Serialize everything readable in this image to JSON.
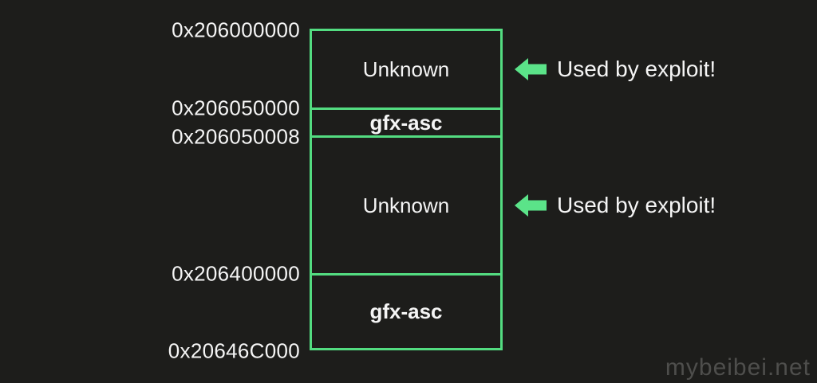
{
  "memory_map": {
    "addresses": [
      "0x206000000",
      "0x206050000",
      "0x206050008",
      "0x206400000",
      "0x20646C000"
    ],
    "regions": [
      {
        "label": "Unknown",
        "start": "0x206000000",
        "end": "0x206050000"
      },
      {
        "label": "gfx-asc",
        "start": "0x206050000",
        "end": "0x206050008"
      },
      {
        "label": "Unknown",
        "start": "0x206050008",
        "end": "0x206400000"
      },
      {
        "label": "gfx-asc",
        "start": "0x206400000",
        "end": "0x20646C000"
      }
    ]
  },
  "annotations": [
    {
      "icon": "left-arrow",
      "text": "Used by exploit!",
      "points_to": "Unknown"
    },
    {
      "icon": "left-arrow",
      "text": "Used by exploit!",
      "points_to": "Unknown"
    }
  ],
  "watermark": "mybeibei.net",
  "colors": {
    "background": "#1d1d1b",
    "box_border": "#53dc81",
    "arrow": "#5be389",
    "text": "#f5f5f5",
    "watermark": "#4e4e4c"
  }
}
